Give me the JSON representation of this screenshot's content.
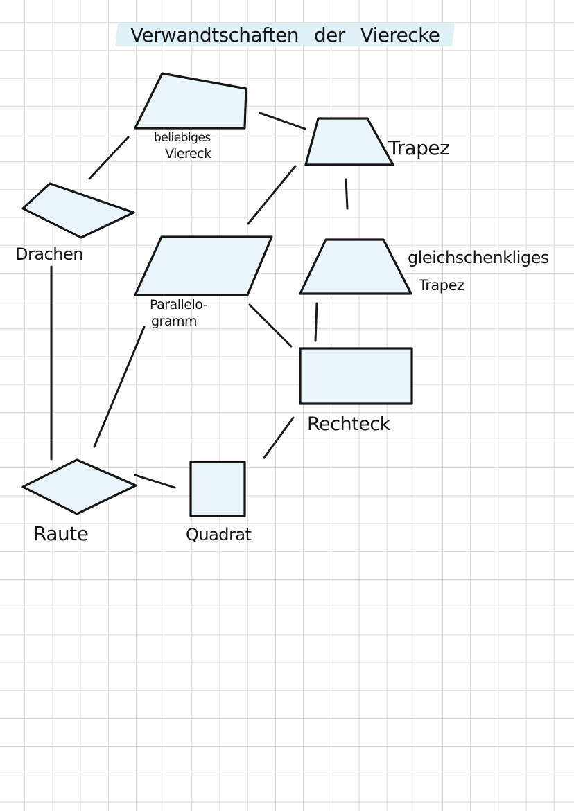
{
  "title": {
    "words": [
      "Verwandtschaften",
      "der",
      "Vierecke"
    ]
  },
  "shapes": {
    "beliebiges_viereck": {
      "line1": "beliebiges",
      "line2": "Viereck"
    },
    "trapez": {
      "label": "Trapez"
    },
    "drachen": {
      "label": "Drachen"
    },
    "parallelogramm": {
      "line1": "Parallelo-",
      "line2": "gramm"
    },
    "gleichschenkliges_trapez": {
      "line1": "gleichschenkliges",
      "line2": "Trapez"
    },
    "rechteck": {
      "label": "Rechteck"
    },
    "raute": {
      "label": "Raute"
    },
    "quadrat": {
      "label": "Quadrat"
    }
  },
  "colors": {
    "shape_fill": "#eaf4fb",
    "outline": "#151515",
    "title_highlight": "#dff1f7",
    "grid": "#d6d8da"
  }
}
